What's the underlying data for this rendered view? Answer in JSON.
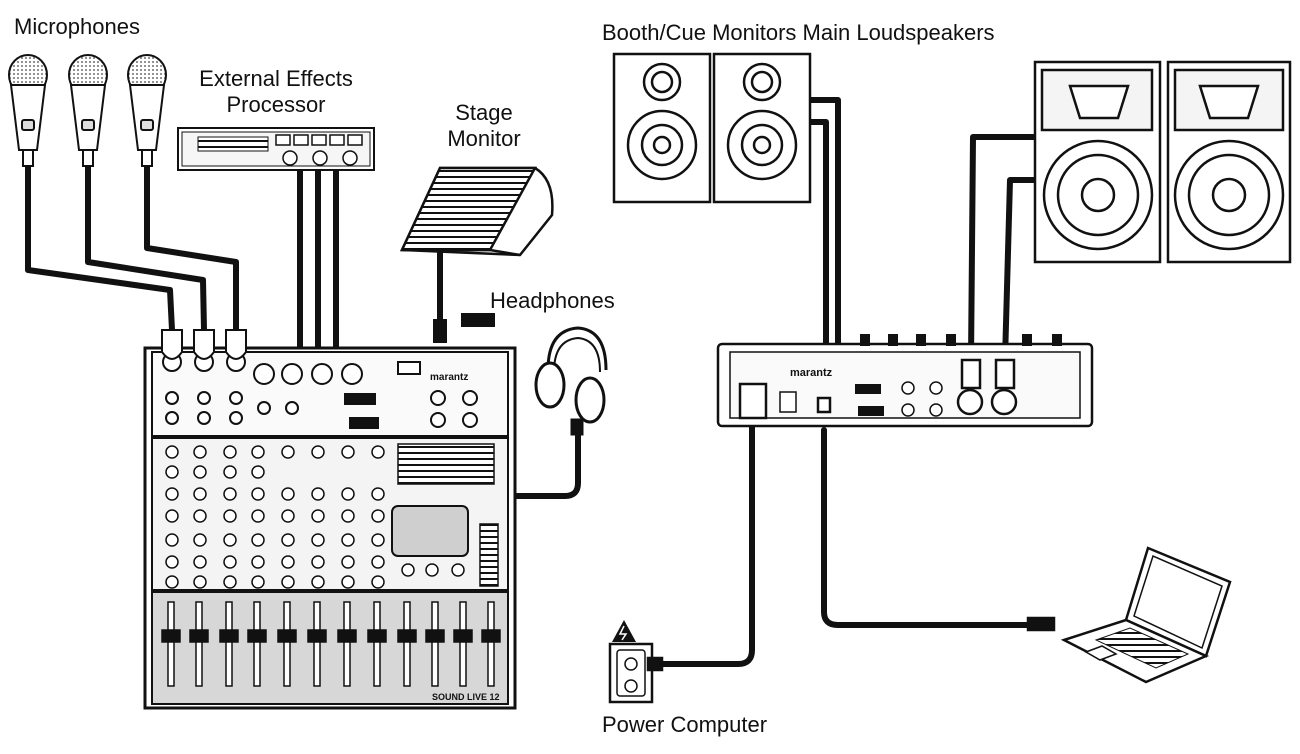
{
  "labels": {
    "microphones": "Microphones",
    "external_effects_processor": "External Effects\nProcessor",
    "stage_monitor": "Stage\nMonitor",
    "headphones": "Headphones",
    "booth_cue_main": "Booth/Cue Monitors Main Loudspeakers",
    "power_computer": "Power Computer"
  },
  "mixer": {
    "brand": "marantz",
    "model": "SOUND LIVE 12"
  },
  "rear_panel": {
    "brand": "marantz"
  },
  "colors": {
    "line": "#111111",
    "fill_light": "#f2f2f2",
    "fill_mid": "#d6d6d6",
    "fill_dark": "#9a9a9a",
    "cable": "#111111"
  }
}
